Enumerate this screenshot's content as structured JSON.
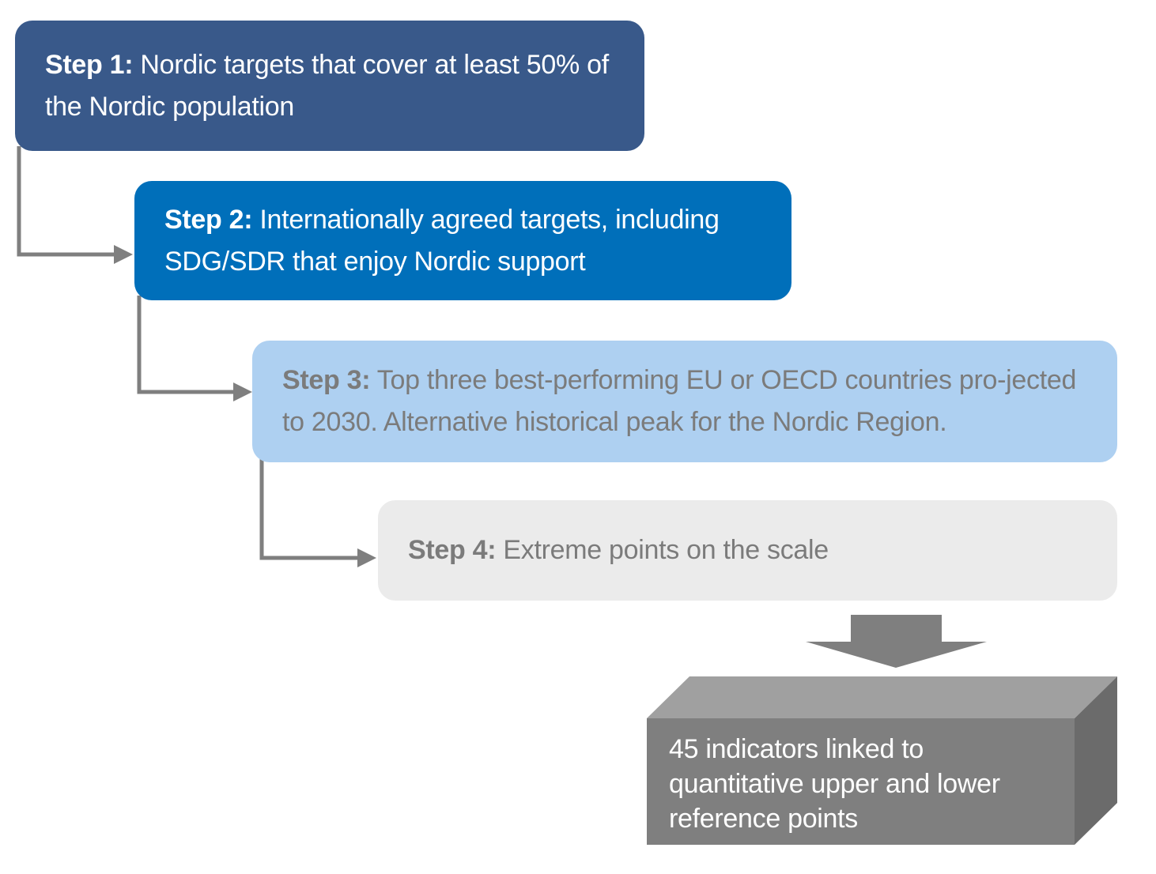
{
  "steps": [
    {
      "label": "Step 1:",
      "text": " Nordic targets that cover at least 50% of the Nordic population"
    },
    {
      "label": "Step 2:",
      "text": " Internationally agreed targets, including SDG/SDR that enjoy Nordic support"
    },
    {
      "label": "Step 3:",
      "text": " Top three best-performing EU or OECD countries pro-jected to 2030. Alternative historical peak for the Nordic Region."
    },
    {
      "label": "Step 4:",
      "text": " Extreme points on the scale"
    }
  ],
  "result": {
    "text": "45 indicators linked to quantitative upper and lower reference points"
  },
  "colors": {
    "step1": "#39598a",
    "step2": "#006fba",
    "step3": "#aed0f1",
    "step4": "#ebebeb",
    "connector": "#7f7f7f",
    "block_front": "#7f7f7f",
    "block_top": "#a0a0a0",
    "block_side": "#6b6b6b"
  }
}
